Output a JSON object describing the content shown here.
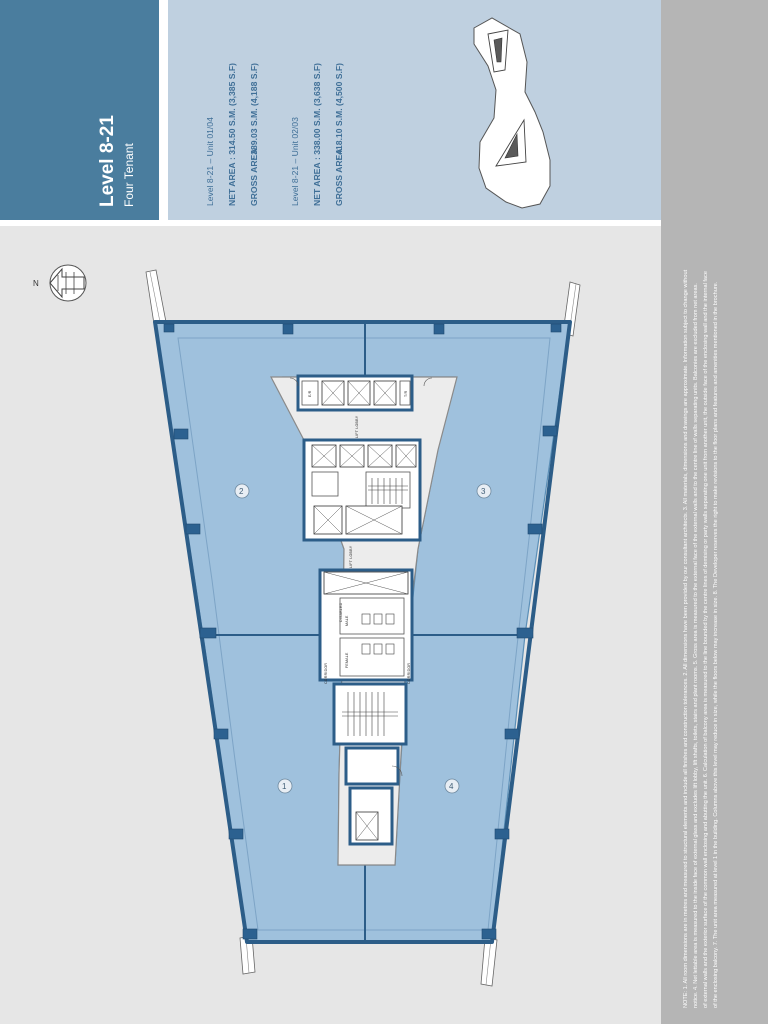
{
  "header": {
    "title": "Level 8-21",
    "subtitle": "Four Tenant"
  },
  "area_schedule": [
    {
      "heading": "Level 8-21 – Unit 01/04",
      "net_label": "NET AREA",
      "net_value": ": 314.50 S.M. (3,385 S.F)",
      "gross_label": "GROSS AREA",
      "gross_value": ": 389.03 S.M. (4,188 S.F)"
    },
    {
      "heading": "Level 8-21 – Unit 02/03",
      "net_label": "NET AREA",
      "net_value": ": 338.00 S.M. (3,638 S.F)",
      "gross_label": "GROSS AREA",
      "gross_value": ": 418.10 S.M. (4,500 S.F)"
    }
  ],
  "units": [
    "1",
    "2",
    "3",
    "4"
  ],
  "compass": {
    "north_letter": "N"
  },
  "plan_labels": {
    "lift_lobby_upper": "LIFT LOBBY",
    "lift_lobby_lower": "LIFT LOBBY",
    "corridor_left": "CORRIDOR",
    "corridor_right": "CORRIDOR",
    "male_wc": "MALE",
    "female_wc": "FEMALE",
    "disabled_wc": "DISABLED",
    "electrical_room": "E/R",
    "telecom_room": "T/R"
  },
  "notes": {
    "line_1": "NOTE: 1. All room dimensions are in metres and measured to structural elements and include all finishes and construction tolerances. 2. All dimensions have been provided by our consultant architects. 3. All materials, dimensions and drawings are approximate. Information subject to change without",
    "line_2": "notice. 4. Net lettable area is measured to the inside face of external glass and excludes lift lobby, lift shafts, toilets, stairs and plant rooms. 5. Gross area is measured to the external face of the external walls and to the centre line of walls separating units. Balconies are excluded from net areas.",
    "line_3": "of external walls and the exterior surface of the common wall enclosing and abutting the unit. 6. Calculation of balcony area is measured to the line bounded by the centre lines of demising or party walls separating one unit from another unit, the outside face of the enclosing wall and the internal face",
    "line_4": "of the enclosing balcony. 7. The unit area measured at level 1 in the building. Columns above this level may reduce in size, while the floors below may increase in size. 8. The Developer reserves the right to make revisions to the floor plans and features and amenities mentioned in the brochure."
  }
}
